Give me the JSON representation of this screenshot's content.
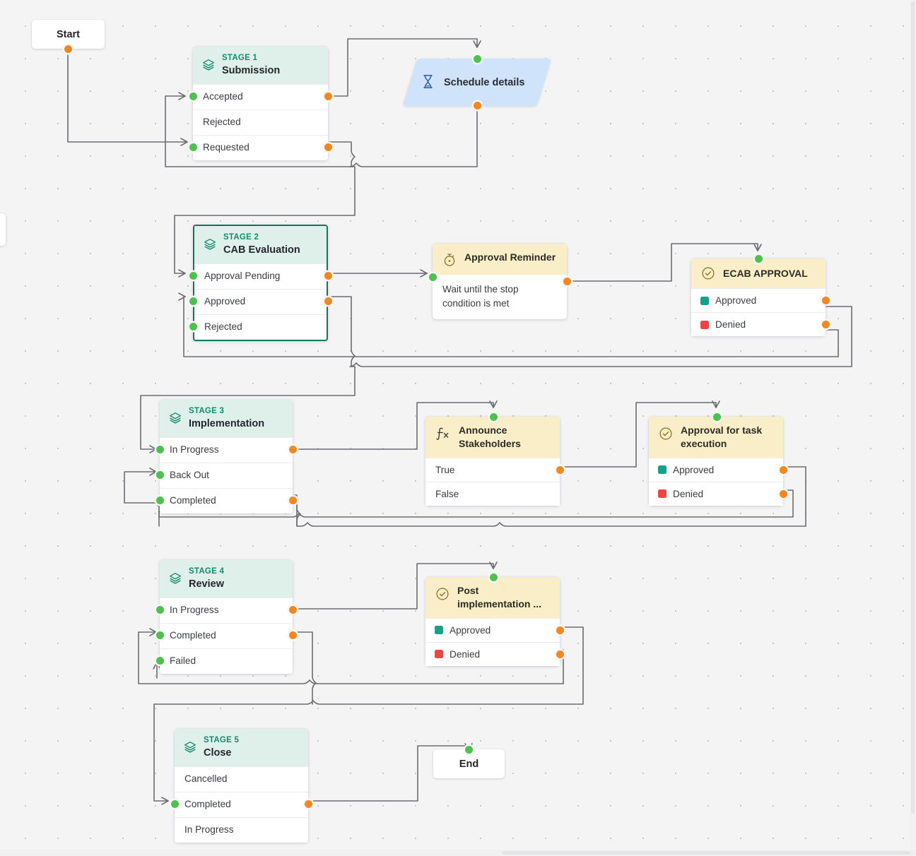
{
  "canvas": {
    "background_color": "#f4f4f5",
    "dot_color": "#c8c8cc",
    "edge_color": "#6b6b72"
  },
  "palette": {
    "stage_header": "#dff0ea",
    "stage_kicker": "#16896a",
    "activity_header": "#faeec9",
    "schedule_fill": "#cfe4fb",
    "handle_in": "#4cc24c",
    "handle_out": "#f5871f",
    "approved_swatch": "#16a085",
    "denied_swatch": "#ef4444",
    "selected_border": "#0b7a5a"
  },
  "terminals": {
    "start": {
      "label": "Start"
    },
    "end": {
      "label": "End"
    }
  },
  "stages": [
    {
      "id": "stage-1",
      "kicker": "STAGE 1",
      "title": "Submission",
      "icon": "layers-icon",
      "selected": false,
      "rows": [
        {
          "label": "Accepted",
          "has_in": true,
          "has_out": true
        },
        {
          "label": "Rejected",
          "has_in": false,
          "has_out": false
        },
        {
          "label": "Requested",
          "has_in": true,
          "has_out": true
        }
      ]
    },
    {
      "id": "stage-2",
      "kicker": "STAGE 2",
      "title": "CAB Evaluation",
      "icon": "layers-icon",
      "selected": true,
      "rows": [
        {
          "label": "Approval Pending",
          "has_in": true,
          "has_out": true
        },
        {
          "label": "Approved",
          "has_in": true,
          "has_out": true
        },
        {
          "label": "Rejected",
          "has_in": true,
          "has_out": false
        }
      ]
    },
    {
      "id": "stage-3",
      "kicker": "STAGE 3",
      "title": "Implementation",
      "icon": "layers-icon",
      "selected": false,
      "rows": [
        {
          "label": "In Progress",
          "has_in": true,
          "has_out": true
        },
        {
          "label": "Back Out",
          "has_in": true,
          "has_out": false
        },
        {
          "label": "Completed",
          "has_in": true,
          "has_out": true
        }
      ]
    },
    {
      "id": "stage-4",
      "kicker": "STAGE 4",
      "title": "Review",
      "icon": "layers-icon",
      "selected": false,
      "rows": [
        {
          "label": "In Progress",
          "has_in": true,
          "has_out": true
        },
        {
          "label": "Completed",
          "has_in": true,
          "has_out": true
        },
        {
          "label": "Failed",
          "has_in": true,
          "has_out": false
        }
      ]
    },
    {
      "id": "stage-5",
      "kicker": "STAGE 5",
      "title": "Close",
      "icon": "layers-icon",
      "selected": false,
      "rows": [
        {
          "label": "Cancelled",
          "has_in": false,
          "has_out": false
        },
        {
          "label": "Completed",
          "has_in": true,
          "has_out": true
        },
        {
          "label": "In Progress",
          "has_in": false,
          "has_out": false
        }
      ]
    }
  ],
  "schedule_node": {
    "id": "schedule-details",
    "label": "Schedule details",
    "icon": "hourglass-icon",
    "shape": "parallelogram"
  },
  "activities": [
    {
      "id": "approval-reminder",
      "title": "Approval Reminder",
      "icon": "stopwatch-icon",
      "body": "Wait until the stop condition is met",
      "rows": []
    },
    {
      "id": "ecab-approval",
      "title": "ECAB APPROVAL",
      "icon": "check-circle-icon",
      "body": null,
      "rows": [
        {
          "label": "Approved",
          "color": "#16a085"
        },
        {
          "label": "Denied",
          "color": "#ef4444"
        }
      ]
    },
    {
      "id": "announce-stakeholders",
      "title": "Announce Stakeholders",
      "icon": "function-icon",
      "body": null,
      "rows": [
        {
          "label": "True",
          "color": null
        },
        {
          "label": "False",
          "color": null
        }
      ]
    },
    {
      "id": "approval-for-task-execution",
      "title": "Approval for task execution",
      "icon": "check-circle-icon",
      "body": null,
      "rows": [
        {
          "label": "Approved",
          "color": "#16a085"
        },
        {
          "label": "Denied",
          "color": "#ef4444"
        }
      ]
    },
    {
      "id": "post-implementation",
      "title": "Post implementation ...",
      "icon": "check-circle-icon",
      "body": null,
      "rows": [
        {
          "label": "Approved",
          "color": "#16a085"
        },
        {
          "label": "Denied",
          "color": "#ef4444"
        }
      ]
    }
  ]
}
